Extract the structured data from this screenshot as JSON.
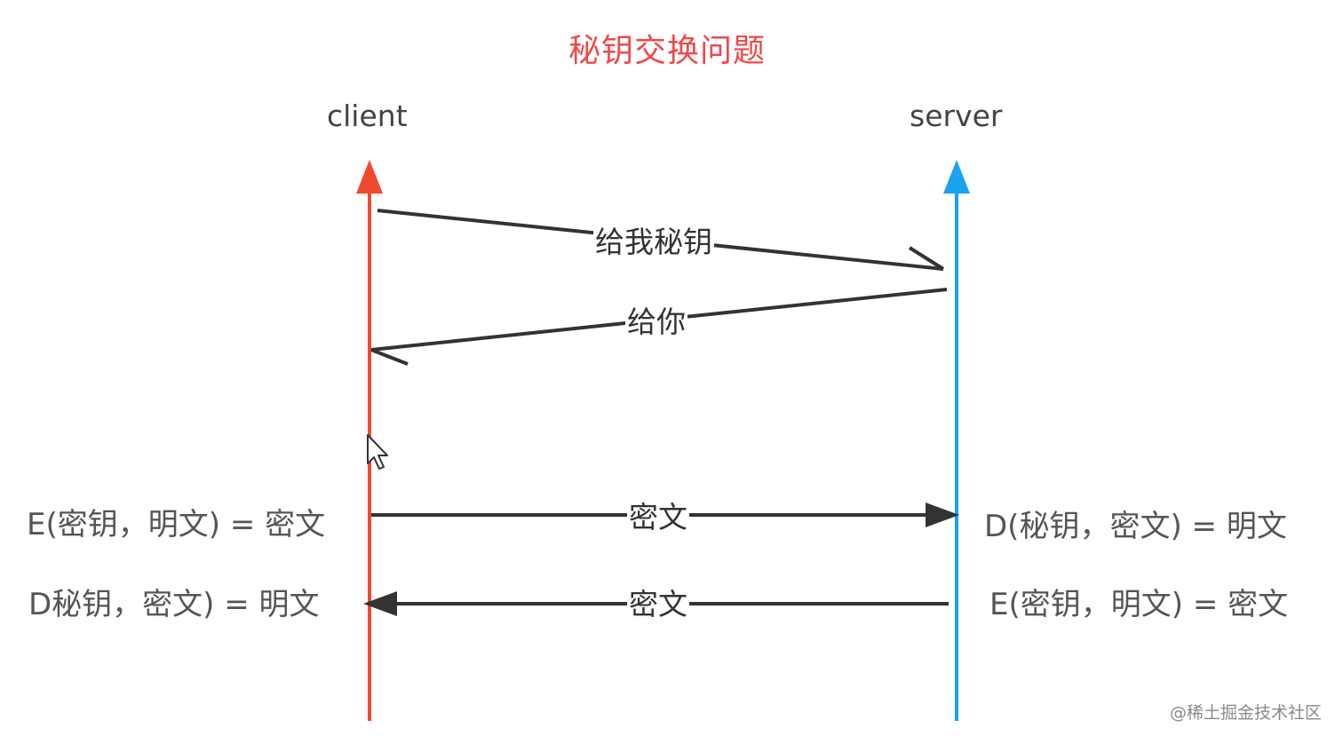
{
  "title": "秘钥交换问题",
  "actors": {
    "client": "client",
    "server": "server"
  },
  "messages": {
    "request_key": "给我秘钥",
    "give_key": "给你",
    "ciphertext_to_server": "密文",
    "ciphertext_to_client": "密文"
  },
  "formulas": {
    "client_encrypt": "E(密钥，明文) = 密文",
    "client_decrypt": "D秘钥，密文) = 明文",
    "server_decrypt": "D(秘钥，密文) = 明文",
    "server_encrypt": "E(密钥，明文) = 密文"
  },
  "watermark": "@稀土掘金技术社区",
  "colors": {
    "title": "#f0484a",
    "client_line": "#f04a2e",
    "server_line": "#1aa3ee",
    "arrow": "#333333"
  },
  "icons": {
    "cursor": "mouse-pointer-icon"
  }
}
